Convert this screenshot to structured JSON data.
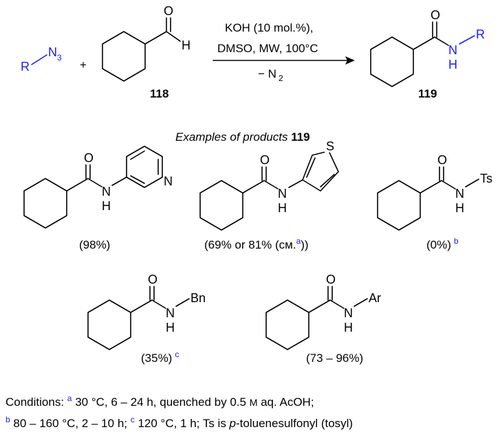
{
  "scheme": {
    "reagent_r": "R",
    "reagent_n3": "N",
    "reagent_n3_sub": "3",
    "plus": "+",
    "aldehyde_o": "O",
    "aldehyde_h": "H",
    "label_118": "118",
    "cond_line1": "KOH (10 mol.%),",
    "cond_line2": "DMSO, MW, 100°C",
    "cond_line3_prefix": "− N",
    "cond_line3_sub": "2",
    "product_o": "O",
    "product_n": "N",
    "product_h": "H",
    "product_r": "R",
    "label_119": "119"
  },
  "examples_title": {
    "italic": "Examples of products ",
    "bold": "119"
  },
  "examples": [
    {
      "substituent": "3-pyridyl",
      "o": "O",
      "n": "N",
      "h": "H",
      "ring_n": "N",
      "yield": "(98%)"
    },
    {
      "substituent": "3-thienyl",
      "o": "O",
      "n": "N",
      "h": "H",
      "ring_s": "S",
      "yield_prefix": "(69% or 81% (см.",
      "yield_note": "a",
      "yield_suffix": "))"
    },
    {
      "substituent": "Ts",
      "o": "O",
      "n": "N",
      "h": "H",
      "group": "Ts",
      "yield": "(0%)",
      "note": "b"
    },
    {
      "substituent": "Bn",
      "o": "O",
      "n": "N",
      "h": "H",
      "group": "Bn",
      "yield": "(35%)",
      "note": "c"
    },
    {
      "substituent": "Ar",
      "o": "O",
      "n": "N",
      "h": "H",
      "group": "Ar",
      "yield": "(73 – 96%)"
    }
  ],
  "conditions": {
    "line1_prefix": "Conditions: ",
    "line1_note": "a",
    "line1_text": " 30 °C, 6 – 24 h, quenched by 0.5 ",
    "line1_m": "M",
    "line1_end": " aq. AcOH;",
    "line2_note_b": "b",
    "line2_text_b": " 80 – 160 °C, 2 – 10 h; ",
    "line2_note_c": "c",
    "line2_text_c": " 120 °C, 1 h; Ts is ",
    "line2_p": "p",
    "line2_end": "-toluenesulfonyl (tosyl)"
  }
}
